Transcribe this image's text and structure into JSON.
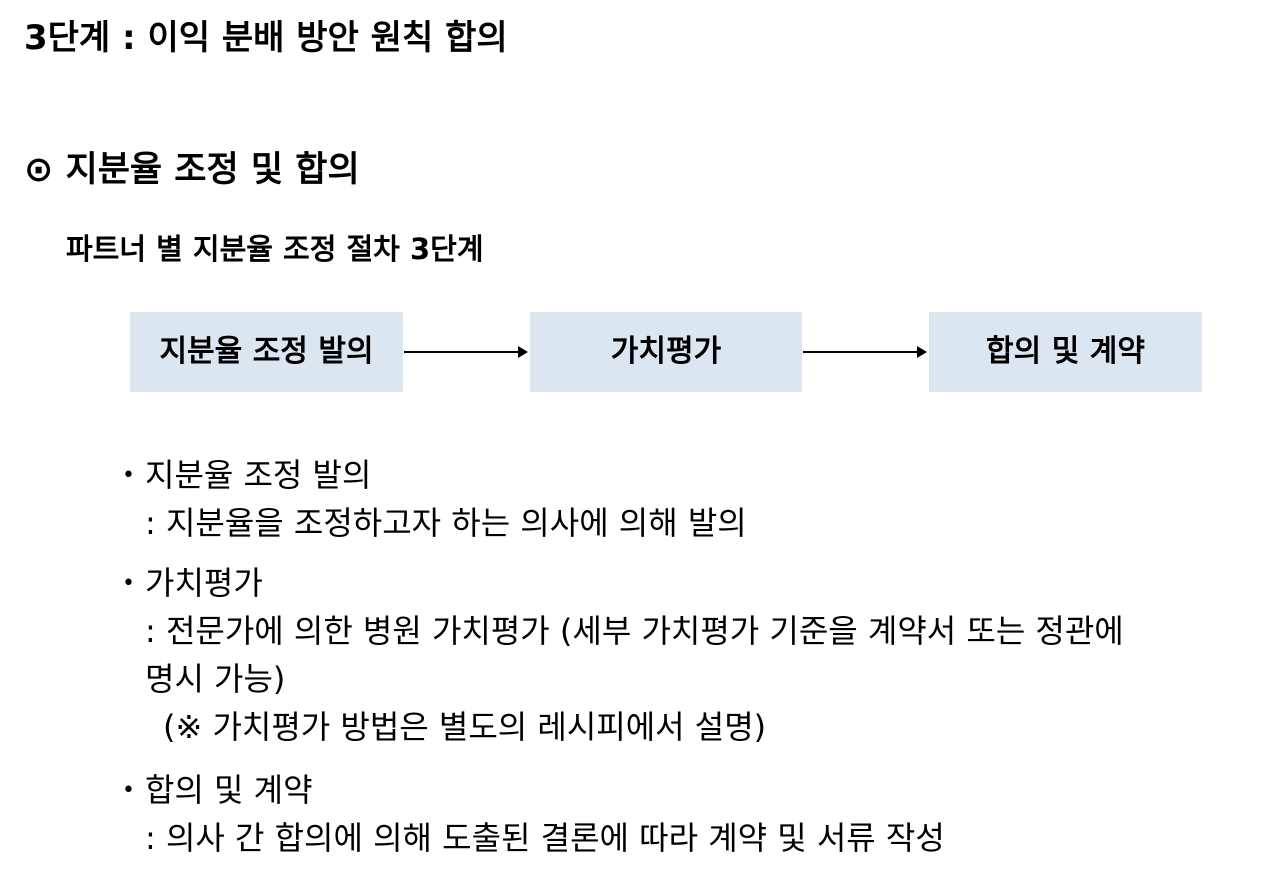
{
  "page": {
    "title": "3단계 : 이익 분배 방안 원칙 합의",
    "section_heading": "⊙ 지분율 조정 및 합의",
    "sub_heading": "파트너 별 지분율 조정 절차 3단계"
  },
  "flow": {
    "steps": [
      "지분율 조정 발의",
      "가치평가",
      "합의 및 계약"
    ],
    "box_color": "#dce6f1"
  },
  "bullets": [
    {
      "title": "지분율 조정 발의",
      "lines": [
        ": 지분율을 조정하고자 하는 의사에 의해 발의"
      ]
    },
    {
      "title": "가치평가",
      "lines": [
        ": 전문가에 의한 병원 가치평가 (세부 가치평가 기준을 계약서 또는 정관에",
        "명시 가능)",
        "(※ 가치평가 방법은 별도의 레시피에서 설명)"
      ]
    },
    {
      "title": "합의 및 계약",
      "lines": [
        ": 의사 간 합의에 의해 도출된 결론에 따라 계약 및 서류 작성"
      ]
    }
  ],
  "bullet_marker": "•"
}
